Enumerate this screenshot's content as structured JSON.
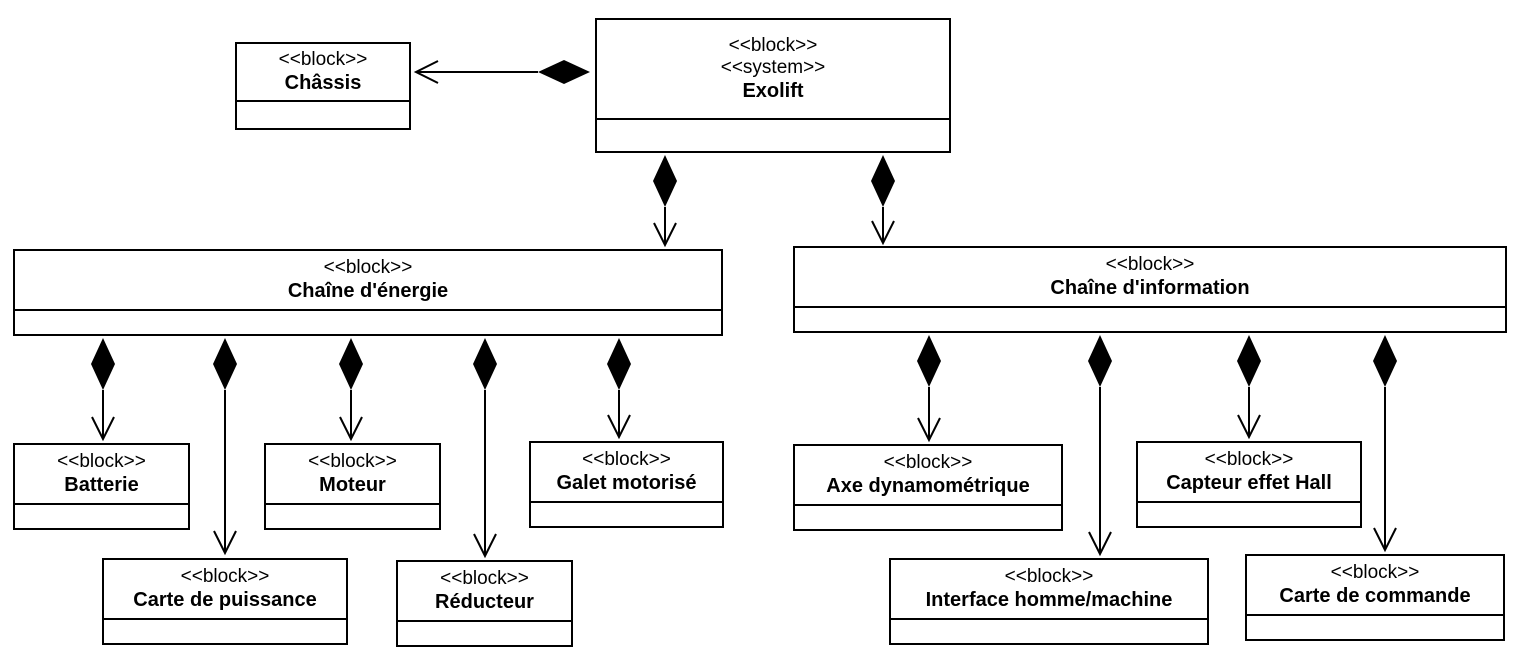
{
  "blocks": [
    {
      "id": "exolift",
      "stereotypes": [
        "<<block>>",
        "<<system>>"
      ],
      "name": "Exolift"
    },
    {
      "id": "chassis",
      "stereotypes": [
        "<<block>>"
      ],
      "name": "Châssis"
    },
    {
      "id": "energie",
      "stereotypes": [
        "<<block>>"
      ],
      "name": "Chaîne d'énergie"
    },
    {
      "id": "information",
      "stereotypes": [
        "<<block>>"
      ],
      "name": "Chaîne d'information"
    },
    {
      "id": "batterie",
      "stereotypes": [
        "<<block>>"
      ],
      "name": "Batterie"
    },
    {
      "id": "carte-puissance",
      "stereotypes": [
        "<<block>>"
      ],
      "name": "Carte de puissance"
    },
    {
      "id": "moteur",
      "stereotypes": [
        "<<block>>"
      ],
      "name": "Moteur"
    },
    {
      "id": "reducteur",
      "stereotypes": [
        "<<block>>"
      ],
      "name": "Réducteur"
    },
    {
      "id": "galet",
      "stereotypes": [
        "<<block>>"
      ],
      "name": "Galet motorisé"
    },
    {
      "id": "axe",
      "stereotypes": [
        "<<block>>"
      ],
      "name": "Axe dynamométrique"
    },
    {
      "id": "ihm",
      "stereotypes": [
        "<<block>>"
      ],
      "name": "Interface homme/machine"
    },
    {
      "id": "capteur",
      "stereotypes": [
        "<<block>>"
      ],
      "name": "Capteur effet Hall"
    },
    {
      "id": "carte-commande",
      "stereotypes": [
        "<<block>>"
      ],
      "name": "Carte de commande"
    }
  ],
  "compositions": [
    {
      "whole": "exolift",
      "part": "chassis"
    },
    {
      "whole": "exolift",
      "part": "energie"
    },
    {
      "whole": "exolift",
      "part": "information"
    },
    {
      "whole": "energie",
      "part": "batterie"
    },
    {
      "whole": "energie",
      "part": "carte-puissance"
    },
    {
      "whole": "energie",
      "part": "moteur"
    },
    {
      "whole": "energie",
      "part": "reducteur"
    },
    {
      "whole": "energie",
      "part": "galet"
    },
    {
      "whole": "information",
      "part": "axe"
    },
    {
      "whole": "information",
      "part": "ihm"
    },
    {
      "whole": "information",
      "part": "capteur"
    },
    {
      "whole": "information",
      "part": "carte-commande"
    }
  ]
}
